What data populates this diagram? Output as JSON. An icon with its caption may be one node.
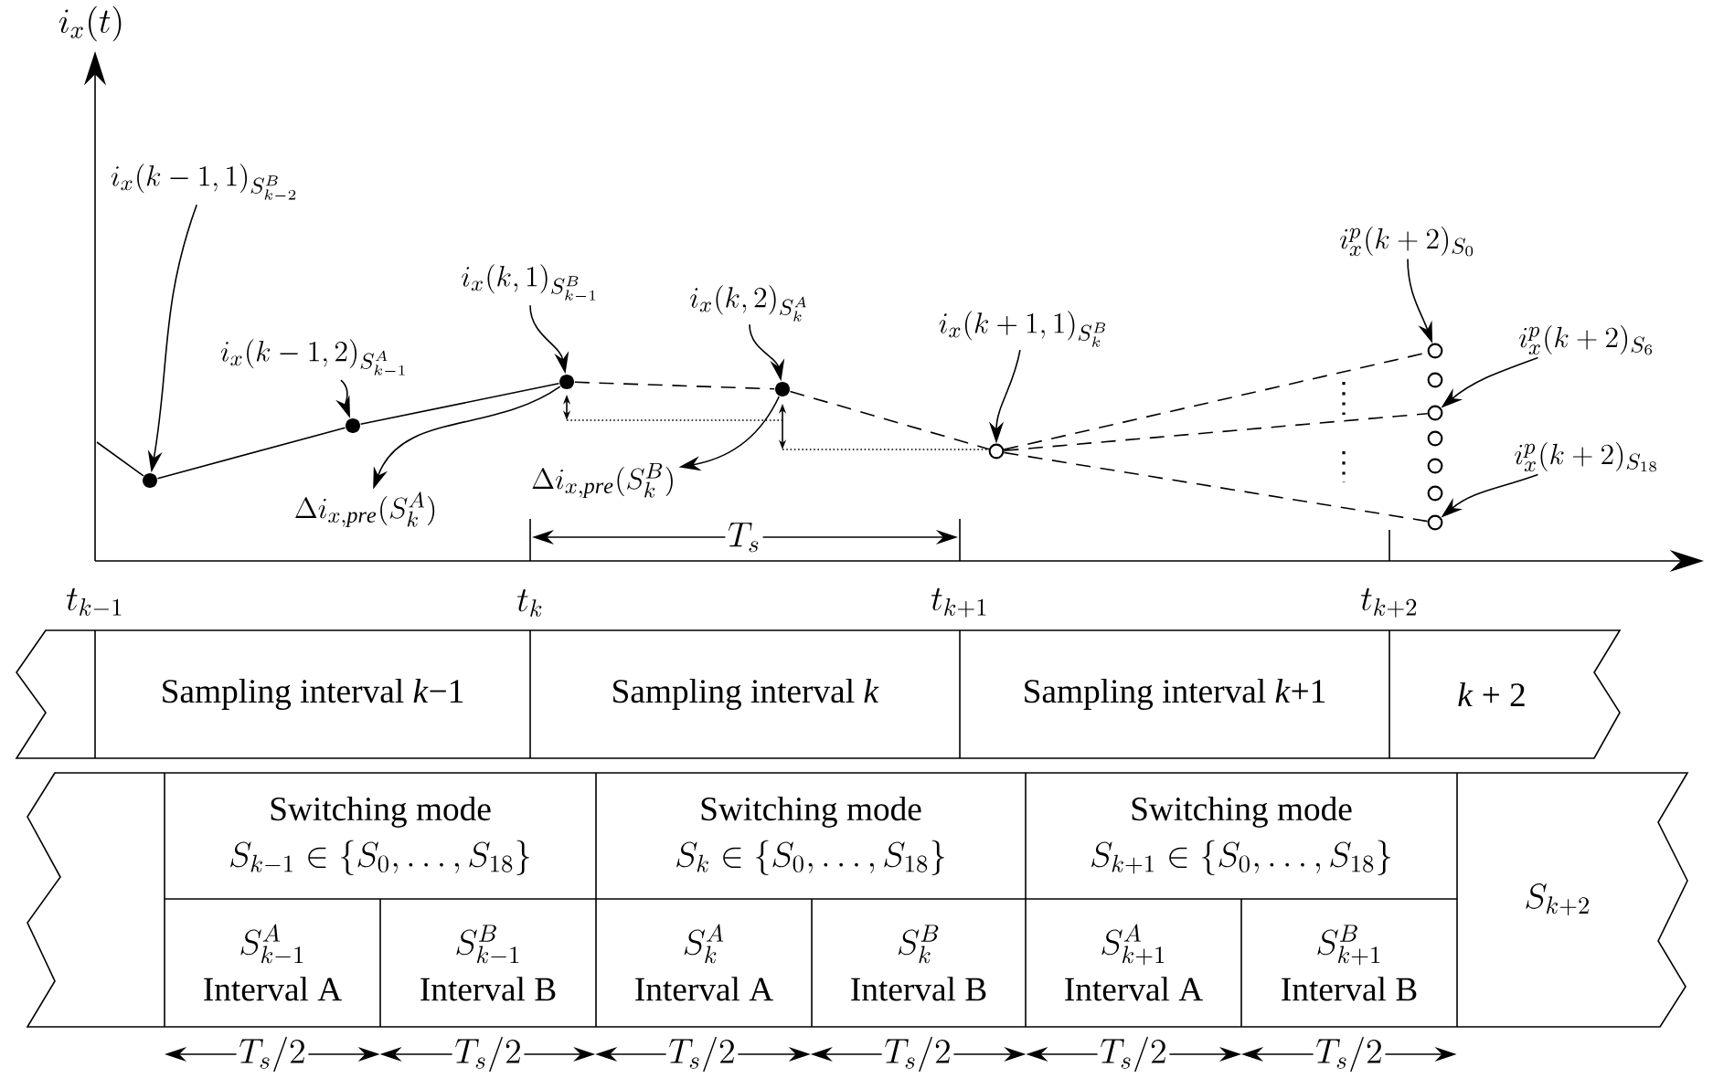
{
  "diagram": {
    "nodes": [
      {
        "text": [
          "i_x(k-1,1)_{S^B_{k-2}}"
        ]
      },
      {
        "text": [],
        "shape": "dot"
      },
      {
        "text": [
          "i_x(k-1,2)_{S^A_{k-1}}"
        ]
      },
      {
        "text": [],
        "shape": "dot"
      },
      {
        "text": [
          "i_x(k,1)_{S^B_{k-1}}"
        ]
      },
      {
        "text": [],
        "shape": "dot"
      },
      {
        "text": [
          "i_x(k,2)_{S^A_k}"
        ]
      },
      {
        "text": [],
        "shape": "dot"
      },
      {
        "text": [
          "\\Delta i_{x,\\mathit{pre}}(S^A_k)"
        ]
      },
      {
        "text": [
          "\\Delta i_{x,\\mathit{pre}}(S^B_k)"
        ]
      },
      {
        "text": [
          "i_x(k+1,1)_{S^B_k}"
        ]
      },
      {
        "text": [],
        "shape": "circle"
      },
      {
        "text": [
          "i^p_x(k+2)_{S_0}"
        ]
      },
      {
        "text": [
          "i^p_x(k+2)_{S_6}"
        ]
      },
      {
        "text": [
          "i^p_x(k+2)_{S_{18}}"
        ]
      },
      {
        "text": [],
        "shape": "circle"
      },
      {
        "text": [],
        "shape": "circle"
      },
      {
        "text": [],
        "shape": "circle"
      },
      {
        "text": [],
        "shape": "circle"
      },
      {
        "text": [],
        "shape": "circle"
      },
      {
        "text": [],
        "shape": "circle"
      },
      {
        "text": [],
        "shape": "circle"
      },
      {
        "text": [],
        "shape": "band"
      },
      {
        "text": [
          "Sampling interval *k*−1"
        ],
        "in": 22
      },
      {
        "text": [
          "Sampling interval *k*"
        ],
        "in": 22
      },
      {
        "text": [
          "Sampling interval *k*+1"
        ],
        "in": 22
      },
      {
        "text": [
          "*k* + 2"
        ],
        "in": 22
      },
      {
        "text": [],
        "shape": "band"
      },
      {
        "text": [
          "Switching mode",
          "S_{k-1} \\in \\{S_0, \\ldots, S_{18}\\}"
        ],
        "in": 27
      },
      {
        "text": [
          "S^A_{k-1}",
          "Interval A"
        ],
        "in": 27
      },
      {
        "text": [
          "S^B_{k-1}",
          "Interval B"
        ],
        "in": 27
      },
      {
        "text": [
          "Switching mode",
          "S_k \\in \\{S_0, \\ldots, S_{18}\\}"
        ],
        "in": 27
      },
      {
        "text": [
          "S^A_k",
          "Interval A"
        ],
        "in": 27
      },
      {
        "text": [
          "S^B_k",
          "Interval B"
        ],
        "in": 27
      },
      {
        "text": [
          "Switching mode",
          "S_{k+1} \\in \\{S_0, \\ldots, S_{18}\\}"
        ],
        "in": 27
      },
      {
        "text": [
          "S^A_{k+1}",
          "Interval A"
        ],
        "in": 27
      },
      {
        "text": [
          "S^B_{k+1}",
          "Interval B"
        ],
        "in": 27
      },
      {
        "text": [
          "S_{k+2}"
        ],
        "in": 27
      }
    ],
    "edges": [
      {
        "from": 0,
        "to": 1,
        "arrow": "to"
      },
      {
        "from": 2,
        "to": 3,
        "arrow": "to"
      },
      {
        "from": 4,
        "to": 5,
        "arrow": "to"
      },
      {
        "from": 6,
        "to": 7,
        "arrow": "to"
      },
      {
        "from": 10,
        "to": 11,
        "arrow": "to"
      },
      {
        "from": 12,
        "to": 15,
        "arrow": "to"
      },
      {
        "from": 13,
        "to": 17,
        "arrow": "to"
      },
      {
        "from": 14,
        "to": 21,
        "arrow": "to"
      },
      {
        "from": 5,
        "to": 8,
        "arrow": "to"
      },
      {
        "from": 7,
        "to": 9,
        "arrow": "to"
      },
      {
        "from": null,
        "to": 1,
        "arrow": "none"
      },
      {
        "from": 1,
        "to": 3,
        "arrow": "none"
      },
      {
        "from": 3,
        "to": 5,
        "arrow": "none"
      },
      {
        "from": 5,
        "to": 7,
        "arrow": "none",
        "style": "dashed"
      },
      {
        "from": 7,
        "to": 11,
        "arrow": "none",
        "style": "dashed"
      },
      {
        "from": 11,
        "to": 15,
        "arrow": "none",
        "style": "dashed"
      },
      {
        "from": 11,
        "to": 17,
        "arrow": "none",
        "style": "dashed"
      },
      {
        "from": 11,
        "to": 21,
        "arrow": "none",
        "style": "dashed"
      }
    ],
    "labels": [
      "i_x(t)",
      "T_s",
      "t_{k-1}",
      "t_k",
      "t_{k+1}",
      "t_{k+2}",
      "T_s/2",
      "T_s/2",
      "T_s/2",
      "T_s/2",
      "T_s/2",
      "T_s/2"
    ]
  }
}
